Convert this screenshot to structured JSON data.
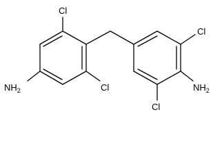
{
  "structure": {
    "substituents": {
      "cl_left_top": "Cl",
      "cl_left_bottom": "Cl",
      "cl_right_top": "Cl",
      "cl_right_bottom": "Cl",
      "amine_left": "NH",
      "amine_left_sub": "2",
      "amine_right": "NH",
      "amine_right_sub": "2"
    }
  }
}
